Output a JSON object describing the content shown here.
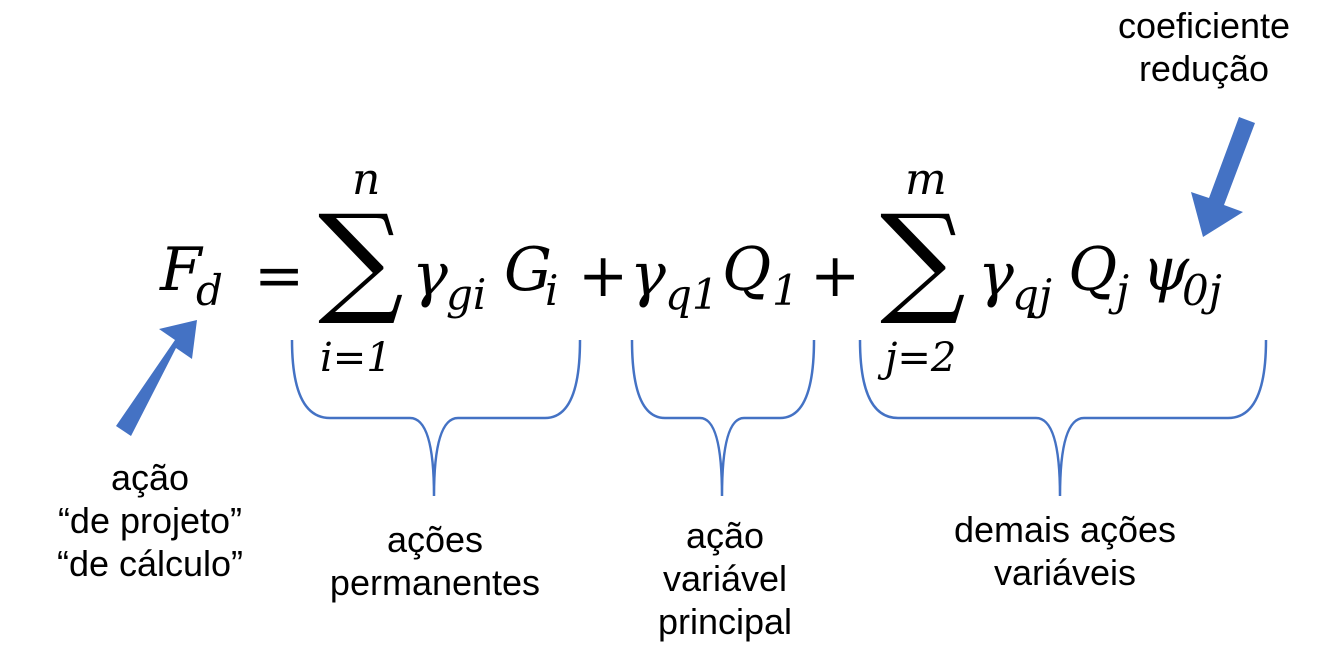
{
  "equation": {
    "lhs": {
      "symbol": "F",
      "subscript": "d"
    },
    "equals": "=",
    "sum1": {
      "symbol": "∑",
      "upper": "n",
      "lower": "i=1"
    },
    "term1": {
      "gamma": "γ",
      "gamma_sub": "gi",
      "var": "G",
      "var_sub": "i"
    },
    "plus1": "+",
    "term2": {
      "gamma": "γ",
      "gamma_sub": "q1",
      "var": "Q",
      "var_sub": "1"
    },
    "plus2": "+",
    "sum2": {
      "symbol": "∑",
      "upper": "m",
      "lower": "j=2"
    },
    "term3": {
      "gamma": "γ",
      "gamma_sub": "qj",
      "var": "Q",
      "var_sub": "j",
      "psi": "ψ",
      "psi_sub": "0j"
    }
  },
  "labels": {
    "design_action": [
      "ação",
      "“de projeto”",
      "“de cálculo”"
    ],
    "permanent_actions": [
      "ações",
      "permanentes"
    ],
    "main_variable_action": [
      "ação",
      "variável",
      "principal"
    ],
    "other_variable_actions": [
      "demais ações",
      "variáveis"
    ],
    "reduction_coefficient": [
      "coeficiente",
      "redução"
    ]
  },
  "colors": {
    "arrow": "#4472C4",
    "arrow_edge": "#2F528F",
    "brace": "#4472C4",
    "text": "#000000"
  }
}
